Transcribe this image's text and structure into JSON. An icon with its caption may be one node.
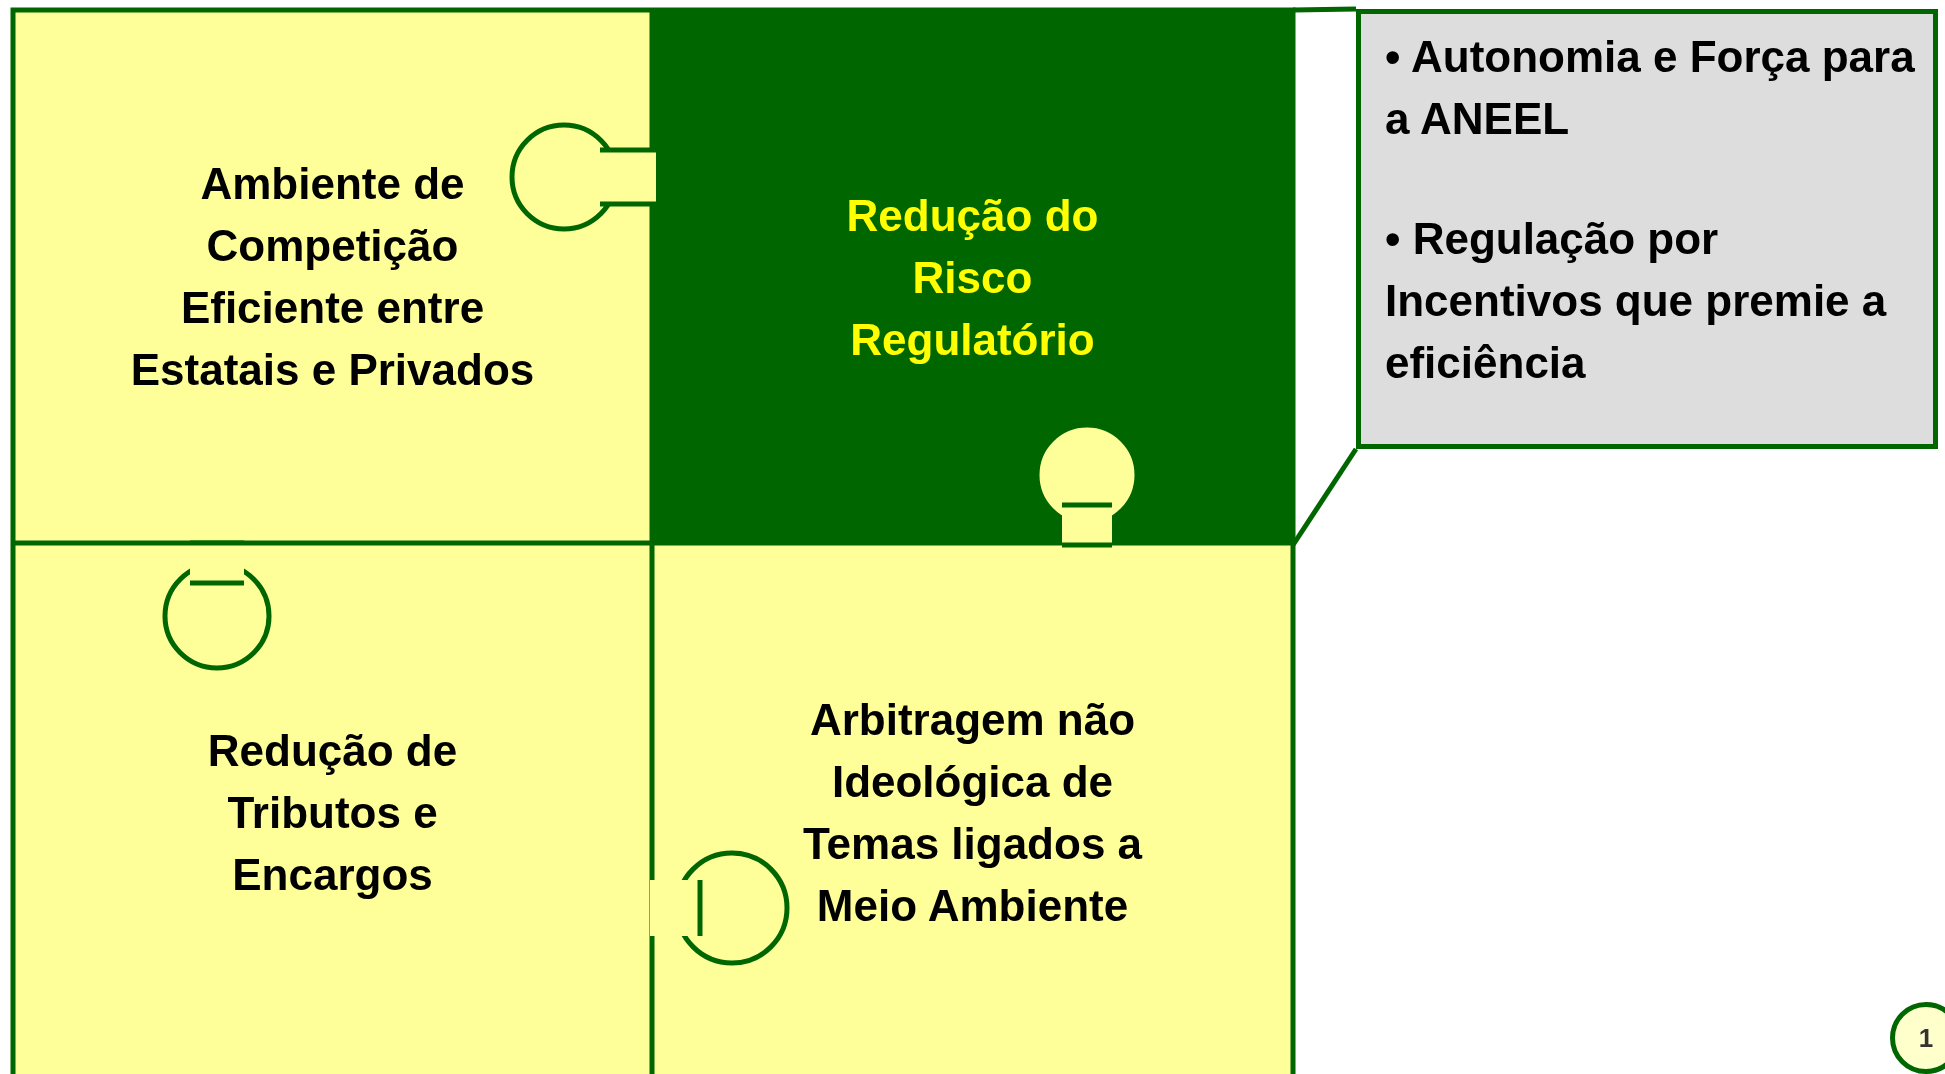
{
  "diagram": {
    "nodes": [
      {
        "text": [
          "Ambiente de Competição Eficiente entre Estatais e Privados"
        ]
      },
      {
        "text": [
          "Redução do Risco Regulatório"
        ]
      },
      {
        "text": [
          "Redução de Tributos e Encargos"
        ]
      },
      {
        "text": [
          "Arbitragem não Ideológica de Temas ligados a Meio Ambiente"
        ]
      },
      {
        "text": [
          "• Autonomia e Força para a ANEEL",
          "• Regulação por Incentivos que premie a eficiência"
        ]
      },
      {
        "text": [
          "1"
        ]
      }
    ],
    "edges": [
      {
        "from": 4,
        "to": 1,
        "arrow": "none"
      },
      {
        "from": 4,
        "to": 1,
        "arrow": "none"
      }
    ]
  }
}
